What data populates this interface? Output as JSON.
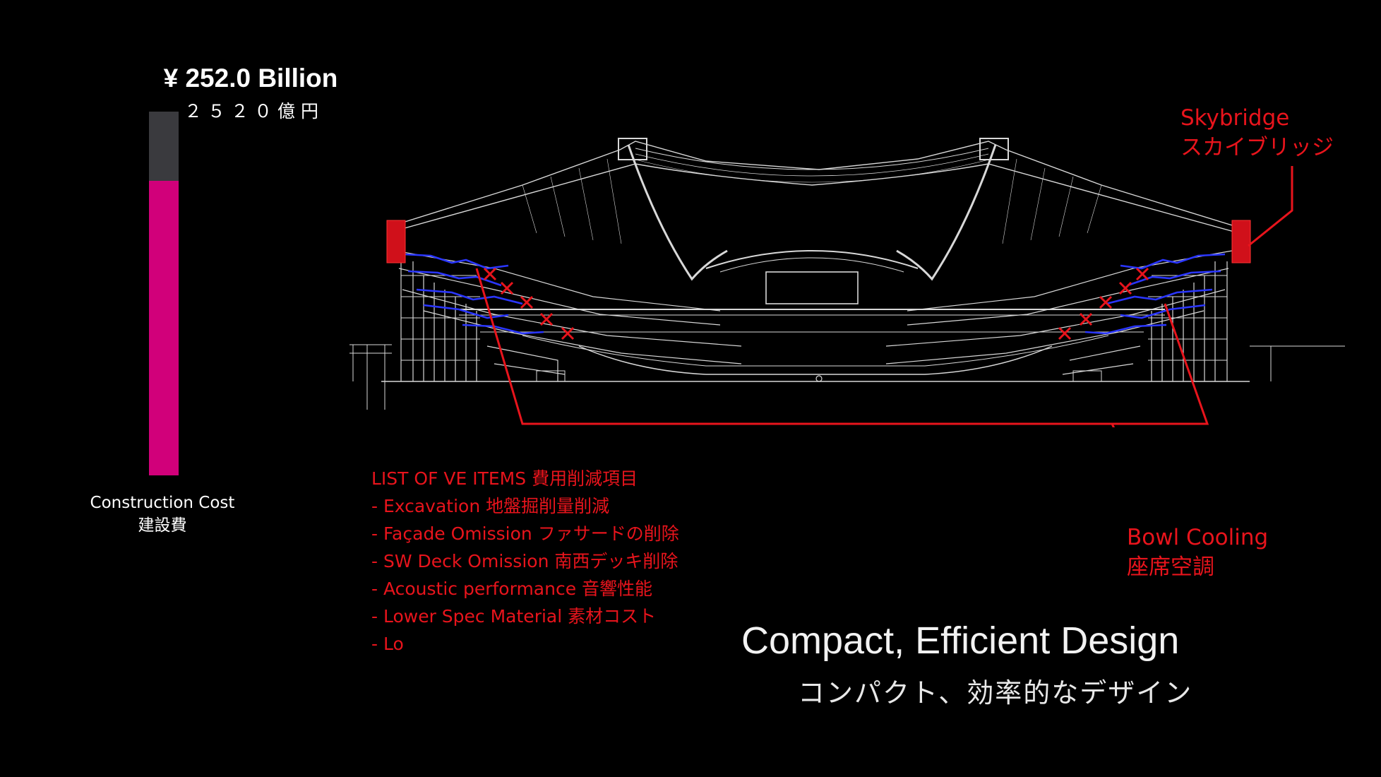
{
  "cost": {
    "amount": "¥ 252.0 Billion",
    "amount_jp": "２５２０億円",
    "label": "Construction Cost",
    "label_jp": "建設費",
    "highlight_fraction": 0.81,
    "bar_color": "#d1007a",
    "remaining_color": "#3a3a3e"
  },
  "callouts": {
    "skybridge": {
      "label": "Skybridge",
      "label_jp": "スカイブリッジ"
    },
    "bowl_cooling": {
      "label": "Bowl Cooling",
      "label_jp": "座席空調"
    }
  },
  "ve_list": {
    "title": "LIST OF VE ITEMS 費用削減項目",
    "items": [
      "- Excavation 地盤掘削量削減",
      "- Façade Omission ファサードの削除",
      "- SW Deck Omission 南西デッキ削除",
      "- Acoustic performance 音響性能",
      "- Lower Spec Material 素材コスト",
      "- Lo"
    ]
  },
  "design": {
    "title": "Compact, Efficient Design",
    "title_jp": "コンパクト、効率的なデザイン"
  },
  "colors": {
    "background": "#000000",
    "accent_red": "#e8141c",
    "hvac_blue": "#2a36ff",
    "linework": "#d8d8d8"
  }
}
